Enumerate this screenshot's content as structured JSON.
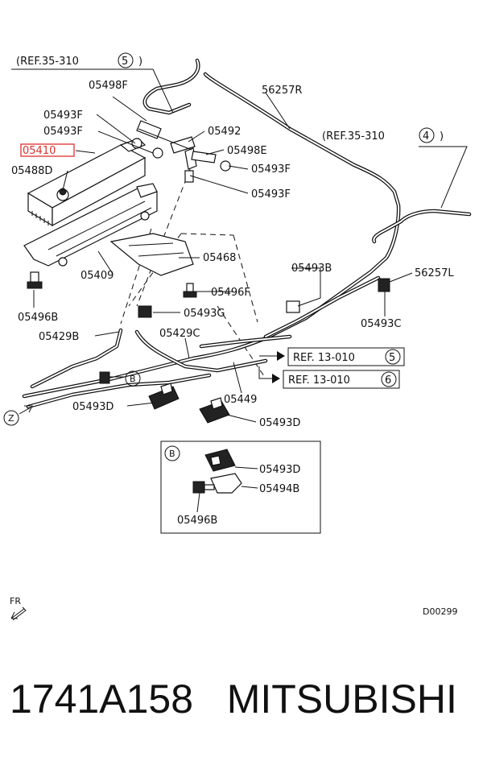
{
  "references": {
    "ref_35_310_5": "(REF.35-310",
    "ref_35_310_5_num": "5",
    "ref_35_310_4": "(REF.35-310",
    "ref_35_310_4_num": "4",
    "ref_13_010_5": "REF. 13-010",
    "ref_13_010_5_num": "5",
    "ref_13_010_6": "REF. 13-010",
    "ref_13_010_6_num": "6",
    "close_paren": ")"
  },
  "part_labels": {
    "p05498F": "05498F",
    "p05493F_a": "05493F",
    "p05493F_b": "05493F",
    "p05410": "05410",
    "p05488D": "05488D",
    "p05492": "05492",
    "p05498E": "05498E",
    "p05493F_c": "05493F",
    "p05493F_d": "05493F",
    "p56257R": "56257R",
    "p05468": "05468",
    "p05409": "05409",
    "p05496B": "05496B",
    "p05493B": "05493B",
    "p56257L": "56257L",
    "p05496F": "05496F",
    "p05493C": "05493C",
    "p05493G": "05493G",
    "p05429B": "05429B",
    "p05429C": "05429C",
    "p05449": "05449",
    "p05493D_a": "05493D",
    "p05493D_b": "05493D"
  },
  "markers": {
    "view_b": "B",
    "view_z": "Z"
  },
  "detail_b": {
    "title": "B",
    "p05493D": "05493D",
    "p05494B": "05494B",
    "p05496B": "05496B"
  },
  "orientation": "FR",
  "diagram_id": "D00299",
  "caption": {
    "part_number": "1741A158",
    "brand": "MITSUBISHI"
  },
  "colors": {
    "highlight": "#e03030"
  }
}
